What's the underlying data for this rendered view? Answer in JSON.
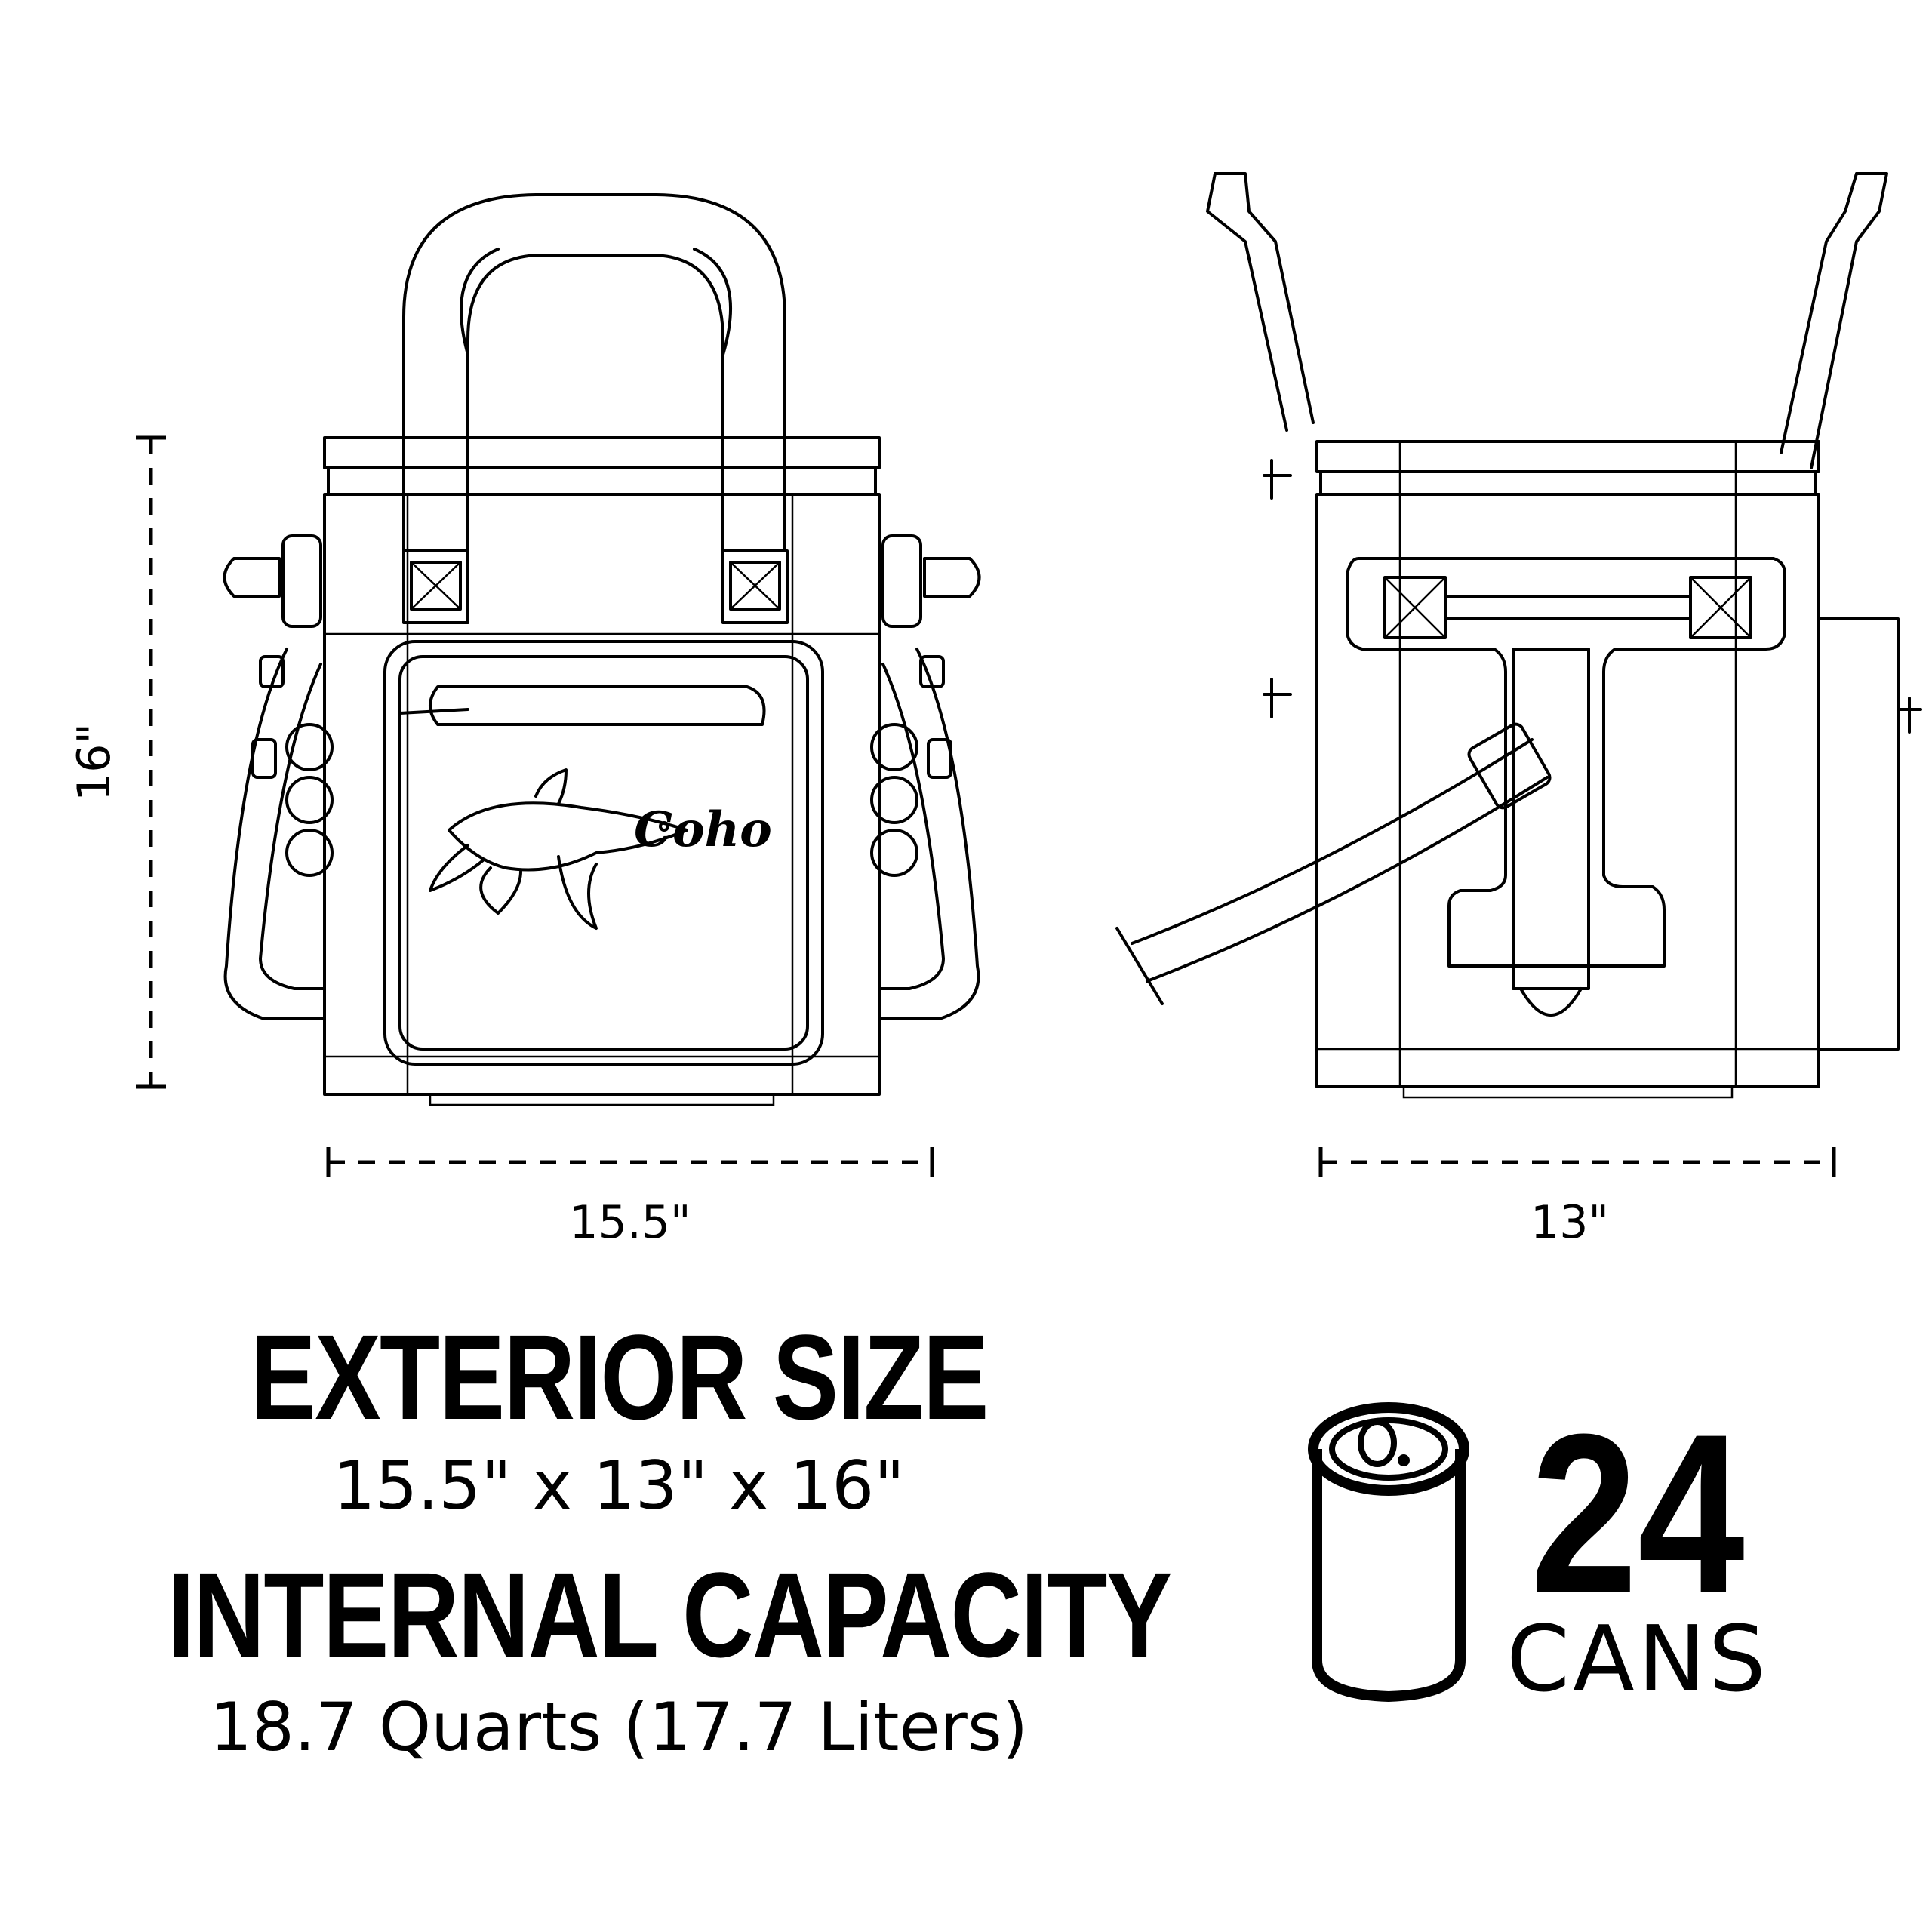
{
  "dimensions": {
    "height_label": "16\"",
    "front_width_label": "15.5\"",
    "side_width_label": "13\""
  },
  "exterior": {
    "heading": "EXTERIOR SIZE",
    "value": "15.5\" x 13\" x 16\""
  },
  "capacity": {
    "heading": "INTERNAL CAPACITY",
    "value": "18.7 Quarts (17.7 Liters)"
  },
  "cans": {
    "count": "24",
    "label": "CANS"
  },
  "logo": {
    "text": "Coho"
  }
}
